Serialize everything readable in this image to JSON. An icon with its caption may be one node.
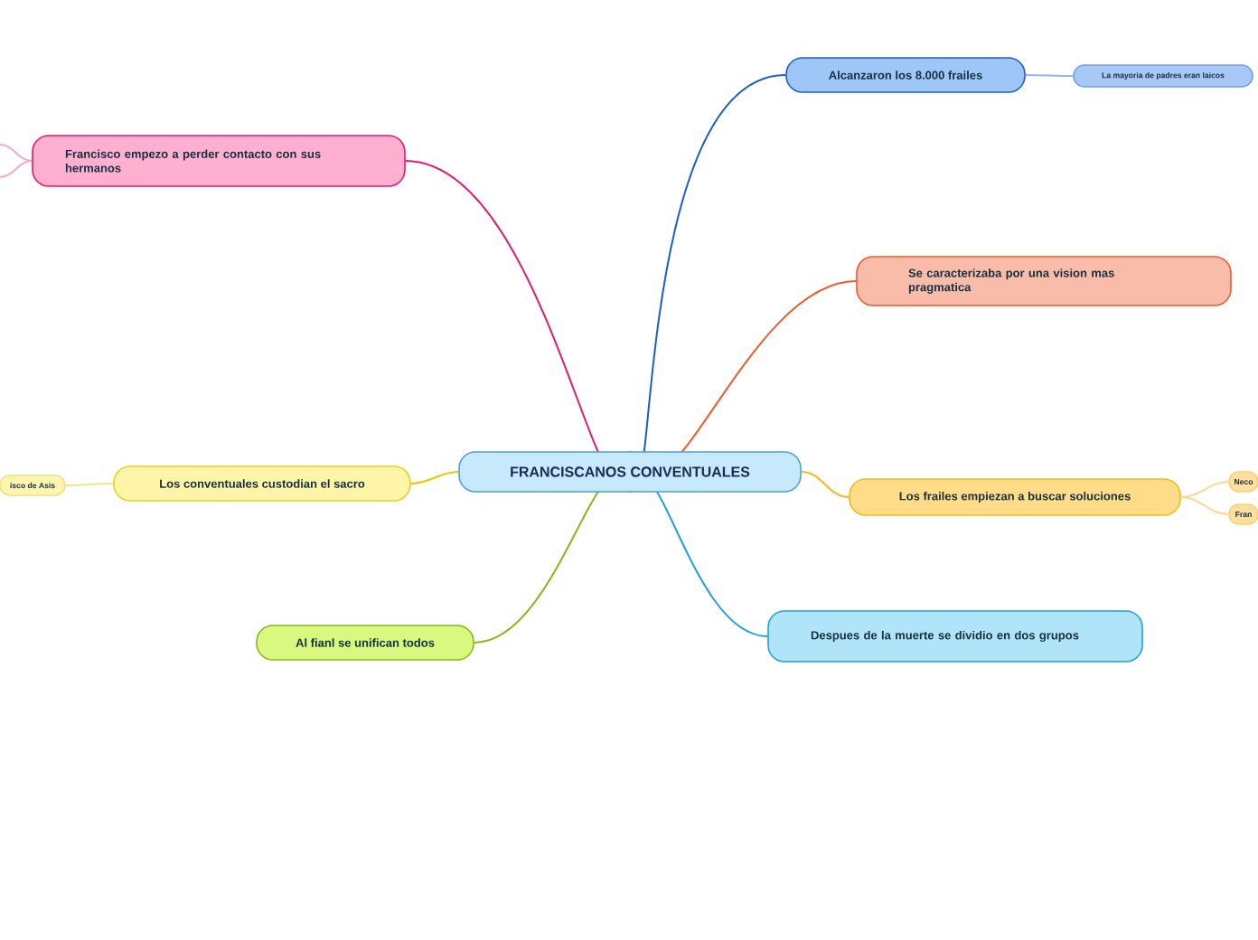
{
  "diagram": {
    "nodes": [
      {
        "text": [
          "FRANCISCANOS CONVENTUALES"
        ]
      },
      {
        "text": [
          "Francisco empezo a perder contacto con sus hermanos"
        ]
      },
      {
        "text": [
          "Alcanzaron los 8.000 frailes"
        ]
      },
      {
        "text": [
          "La mayoria de padres eran laicos"
        ]
      },
      {
        "text": [
          "Se caracterizaba por una vision mas pragmatica"
        ]
      },
      {
        "text": [
          "Los conventuales custodian el sacro"
        ]
      },
      {
        "text": [
          "isco de Asis"
        ]
      },
      {
        "text": [
          "Los frailes empiezan a buscar soluciones"
        ]
      },
      {
        "text": [
          "Neco"
        ]
      },
      {
        "text": [
          "Fran"
        ]
      },
      {
        "text": [
          "Al fianl se unifican todos"
        ]
      },
      {
        "text": [
          "Despues de la muerte se dividio en dos grupos"
        ]
      }
    ],
    "edges": [
      {
        "from": 0,
        "to": 1,
        "arrow": "none",
        "color": "#e8176e"
      },
      {
        "from": 1,
        "to": null,
        "arrow": "none",
        "color": "#f7a8c8"
      },
      {
        "from": 1,
        "to": null,
        "arrow": "none",
        "color": "#f7a8c8"
      },
      {
        "from": 0,
        "to": 2,
        "arrow": "none",
        "color": "#1a5fc8"
      },
      {
        "from": 2,
        "to": 3,
        "arrow": "none",
        "color": "#8fb6ee"
      },
      {
        "from": 0,
        "to": 4,
        "arrow": "none",
        "color": "#f05a28"
      },
      {
        "from": 0,
        "to": 5,
        "arrow": "none",
        "color": "#e8c800"
      },
      {
        "from": 5,
        "to": 6,
        "arrow": "none",
        "color": "#f3e58a"
      },
      {
        "from": 0,
        "to": 7,
        "arrow": "none",
        "color": "#f5b820"
      },
      {
        "from": 7,
        "to": 8,
        "arrow": "none",
        "color": "#fbd98a"
      },
      {
        "from": 7,
        "to": 9,
        "arrow": "none",
        "color": "#fbd98a"
      },
      {
        "from": 0,
        "to": 10,
        "arrow": "none",
        "color": "#88b818"
      },
      {
        "from": 0,
        "to": 11,
        "arrow": "none",
        "color": "#20a0e0"
      }
    ]
  }
}
